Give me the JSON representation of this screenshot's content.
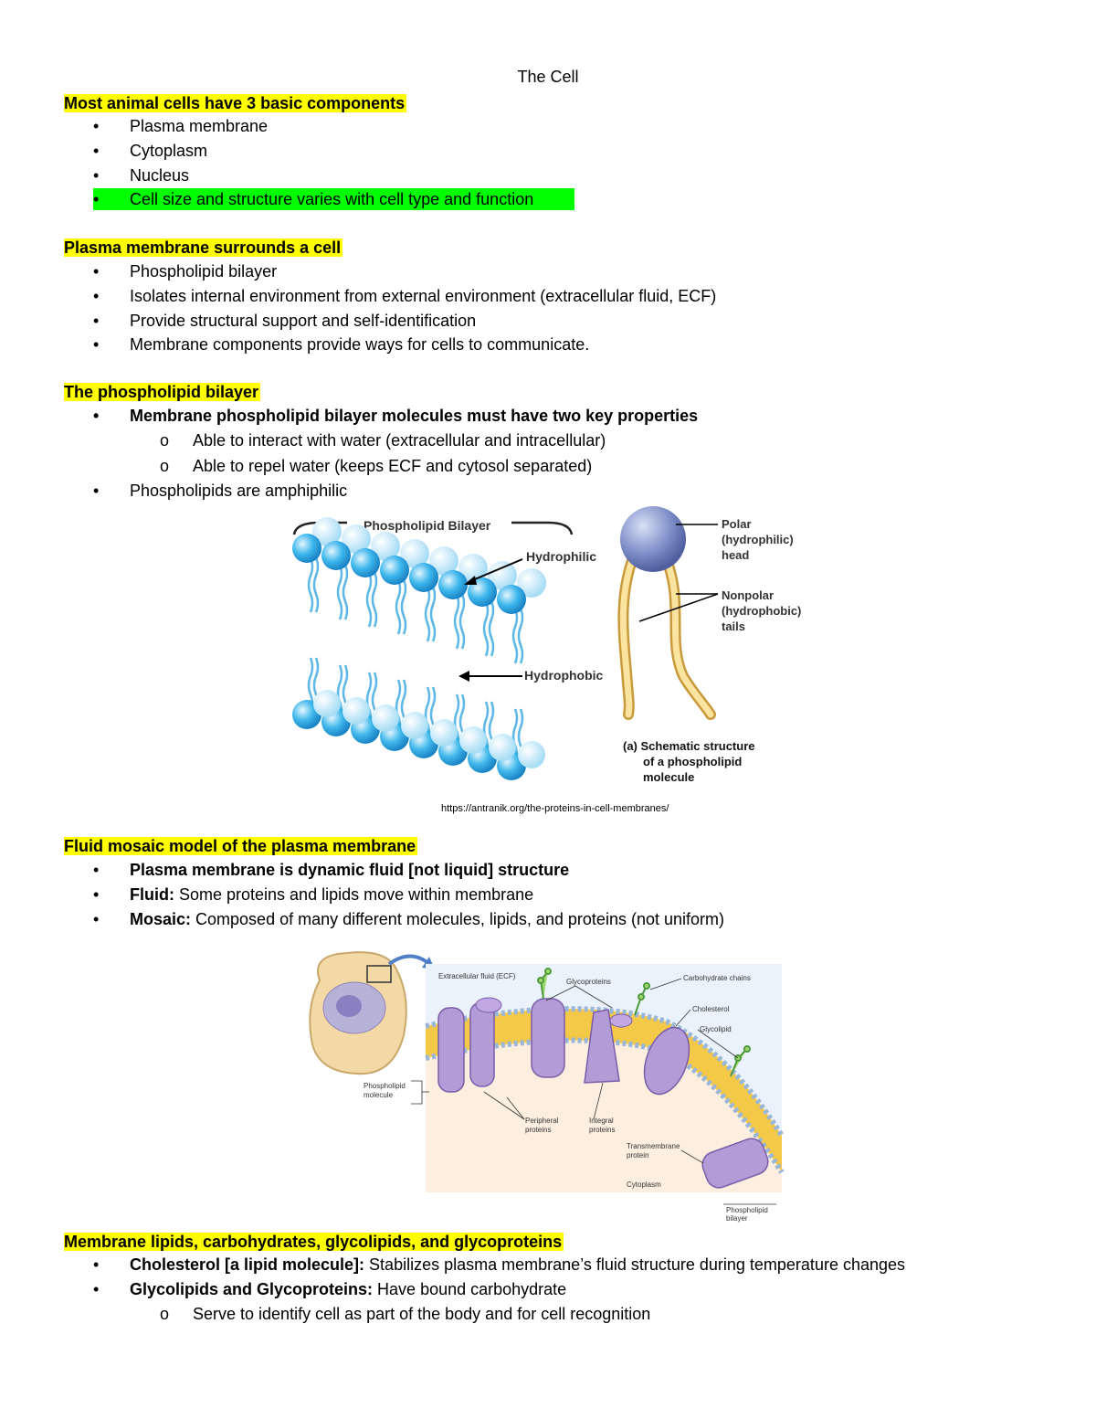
{
  "title": "The Cell",
  "section1": {
    "heading": "Most animal cells have 3 basic components",
    "items": [
      "Plasma membrane",
      "Cytoplasm",
      "Nucleus",
      "Cell size and structure varies with cell type and function"
    ]
  },
  "section2": {
    "heading": "Plasma membrane surrounds a cell",
    "items": [
      "Phospholipid bilayer",
      "Isolates internal environment from external environment (extracellular fluid, ECF)",
      "Provide structural support and self-identification",
      "Membrane components provide ways for cells to communicate."
    ]
  },
  "section3": {
    "heading": "The phospholipid bilayer",
    "item1": "Membrane phospholipid bilayer molecules must have two key properties",
    "sub": [
      "Able to interact with water (extracellular and intracellular)",
      "Able to repel water (keeps ECF and cytosol separated)"
    ],
    "item2": "Phospholipids are amphiphilic",
    "bullet_sub": "o"
  },
  "figure1": {
    "bilayer_label": "Phospholipid Bilayer",
    "hydrophilic": "Hydrophilic",
    "hydrophobic": "Hydrophobic",
    "head_label": [
      "Polar",
      "(hydrophilic)",
      "head"
    ],
    "tail_label": [
      "Nonpolar",
      "(hydrophobic)",
      "tails"
    ],
    "schematic": [
      "(a) Schematic structure",
      "of a phospholipid",
      "molecule"
    ],
    "source": "https://antranik.org/the-proteins-in-cell-membranes/",
    "colors": {
      "head": "#41b8ec",
      "tail": "#f0d080"
    }
  },
  "section4": {
    "heading": "Fluid mosaic model of the plasma membrane",
    "items": [
      {
        "bold": "Plasma membrane is dynamic fluid [not liquid] structure",
        "text": ""
      },
      {
        "bold": "Fluid:",
        "text": " Some proteins and lipids move within membrane"
      },
      {
        "bold": "Mosaic:",
        "text": " Composed of many different molecules, lipids, and proteins (not uniform)"
      }
    ]
  },
  "figure2": {
    "ecf": "Extracellular fluid (ECF)",
    "glycoproteins": "Glycoproteins",
    "carb_chains": "Carbohydrate chains",
    "cholesterol": "Cholesterol",
    "glycolipid": "Glycolipid",
    "phospholipid_molecule": [
      "Phospholipid",
      "molecule"
    ],
    "peripheral": [
      "Peripheral",
      "proteins"
    ],
    "integral": [
      "Integral",
      "proteins"
    ],
    "transmembrane": [
      "Transmembrane",
      "protein"
    ],
    "cytoplasm": "Cytoplasm",
    "phospholipid_bilayer": [
      "Phospholipid",
      "bilayer"
    ]
  },
  "section5": {
    "heading": "Membrane lipids, carbohydrates, glycolipids, and glycoproteins",
    "items": [
      {
        "bold": "Cholesterol [a lipid molecule]:",
        "text": " Stabilizes plasma membrane’s fluid structure during temperature changes"
      },
      {
        "bold": "Glycolipids and Glycoproteins:",
        "text": " Have bound carbohydrate"
      }
    ],
    "sub": "Serve to identify cell as part of the body and for cell recognition"
  },
  "bullet": "•"
}
